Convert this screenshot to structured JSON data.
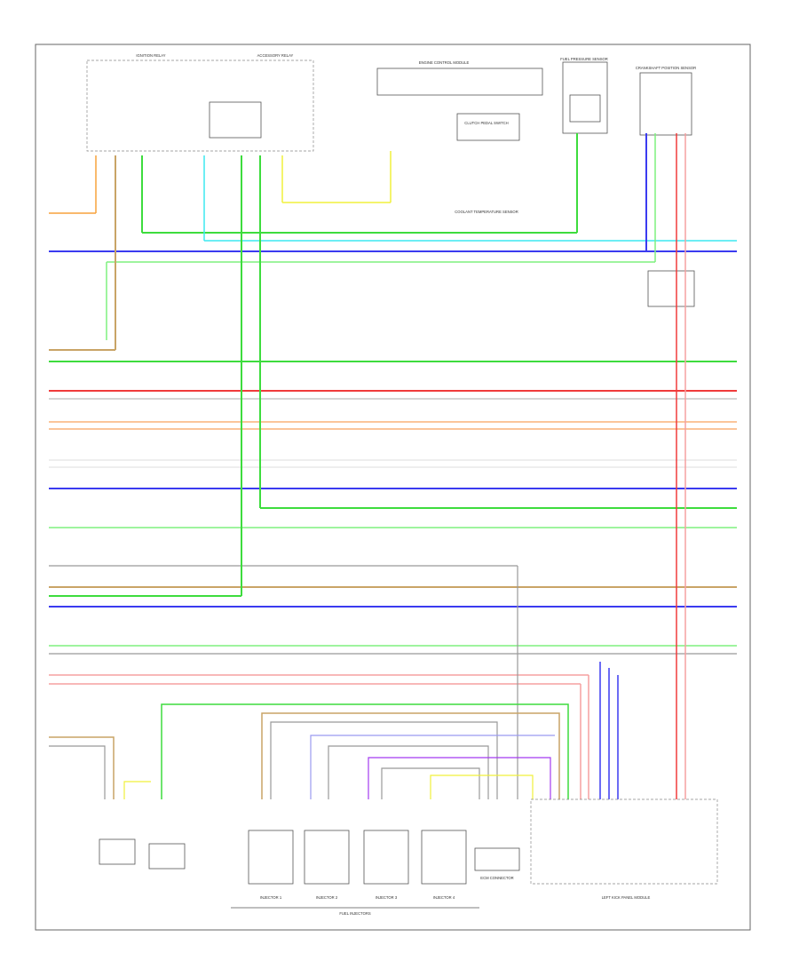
{
  "page_footer": "",
  "colors": {
    "orange": "#f7a23c",
    "tan": "#c9a466",
    "green": "#3ddc3d",
    "light_green": "#7ff07f",
    "blue": "#3b3bf0",
    "red": "#f03b3b",
    "pink": "#f5a0a0",
    "peach": "#fbc59a",
    "cyan": "#3ce8f0",
    "yellow": "#f0f03b",
    "gray": "#9a9a9a",
    "black": "#222222",
    "purple": "#a43bf0",
    "white_wire": "#d8d8d8"
  },
  "components": {
    "ignition_relay": "IGNITION RELAY",
    "accessory_relay": "ACCESSORY RELAY",
    "engine_control_module": "ENGINE CONTROL MODULE",
    "clutch_switch": "CLUTCH PEDAL SWITCH",
    "coolant_sensor": "COOLANT TEMPERATURE SENSOR",
    "fuel_pressure": "FUEL PRESSURE SENSOR",
    "ckp_sensor": "CRANKSHAFT POSITION SENSOR",
    "injector_1": "INJECTOR 1",
    "injector_2": "INJECTOR 2",
    "injector_3": "INJECTOR 3",
    "injector_4": "INJECTOR 4",
    "injectors_group": "FUEL INJECTORS",
    "ecm_connector": "ECM CONNECTOR",
    "left_module": "LEFT KICK PANEL MODULE"
  }
}
